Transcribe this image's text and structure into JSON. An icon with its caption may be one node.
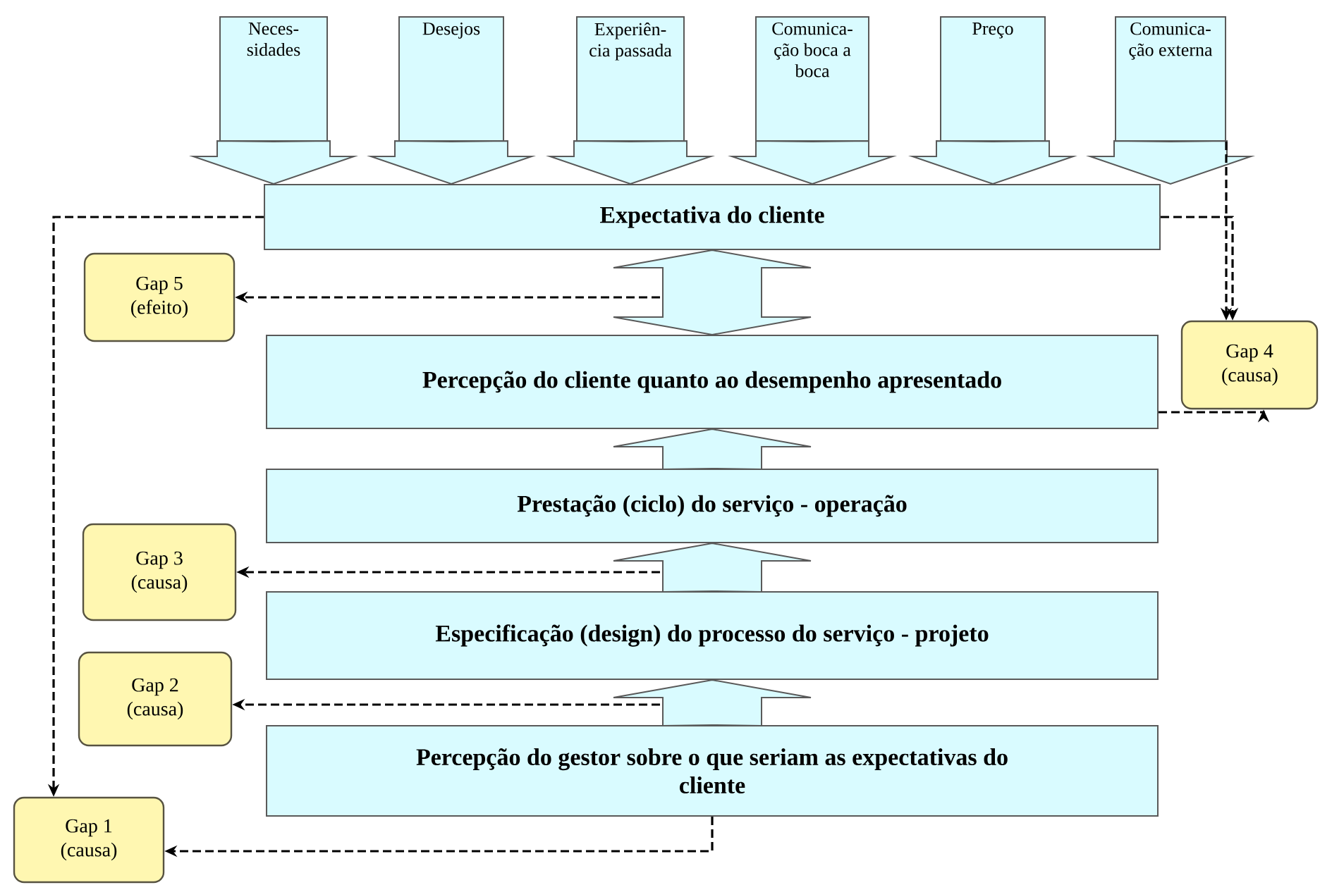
{
  "diagram": {
    "nodes": [
      {
        "text": [
          "Neces- sidades"
        ]
      },
      {
        "text": [
          "Desejos"
        ]
      },
      {
        "text": [
          "Experiên- cia passada"
        ]
      },
      {
        "text": [
          "Comunica- ção boca a boca"
        ]
      },
      {
        "text": [
          "Preço"
        ]
      },
      {
        "text": [
          "Comunica- ção externa"
        ]
      },
      {
        "text": [
          "Expectativa do cliente"
        ]
      },
      {
        "text": [
          "Percepção do cliente quanto ao desempenho apresentado"
        ]
      },
      {
        "text": [
          "Prestação (ciclo) do serviço - operação"
        ]
      },
      {
        "text": [
          "Especificação (design) do processo do serviço - projeto"
        ]
      },
      {
        "text": [
          "Percepção do gestor sobre o que seriam as expectativas do cliente"
        ]
      },
      {
        "text": [
          "Gap 5 (efeito)"
        ]
      },
      {
        "text": [
          "Gap 4 (causa)"
        ]
      },
      {
        "text": [
          "Gap 3 (causa)"
        ]
      },
      {
        "text": [
          "Gap 2 (causa)"
        ]
      },
      {
        "text": [
          "Gap 1 (causa)"
        ]
      }
    ],
    "edges": [
      {
        "from": 0,
        "to": 6,
        "arrow": "to"
      },
      {
        "from": 1,
        "to": 6,
        "arrow": "to"
      },
      {
        "from": 2,
        "to": 6,
        "arrow": "to"
      },
      {
        "from": 3,
        "to": 6,
        "arrow": "to"
      },
      {
        "from": 4,
        "to": 6,
        "arrow": "to"
      },
      {
        "from": 5,
        "to": 6,
        "arrow": "to"
      },
      {
        "from": 6,
        "to": 7,
        "arrow": "both"
      },
      {
        "from": 8,
        "to": 7,
        "arrow": "to"
      },
      {
        "from": 9,
        "to": 8,
        "arrow": "to"
      },
      {
        "from": 10,
        "to": 9,
        "arrow": "to"
      },
      {
        "from": null,
        "to": 11,
        "arrow": "to",
        "style": "dashed"
      },
      {
        "from": 6,
        "to": 12,
        "arrow": "to",
        "style": "dashed"
      },
      {
        "from": 5,
        "to": 12,
        "arrow": "to",
        "style": "dashed"
      },
      {
        "from": 7,
        "to": 12,
        "arrow": "to",
        "style": "dashed"
      },
      {
        "from": null,
        "to": 13,
        "arrow": "to",
        "style": "dashed"
      },
      {
        "from": null,
        "to": 14,
        "arrow": "to",
        "style": "dashed"
      },
      {
        "from": 6,
        "to": 15,
        "arrow": "to",
        "style": "dashed"
      },
      {
        "from": 10,
        "to": 15,
        "arrow": "to",
        "style": "dashed"
      }
    ]
  }
}
